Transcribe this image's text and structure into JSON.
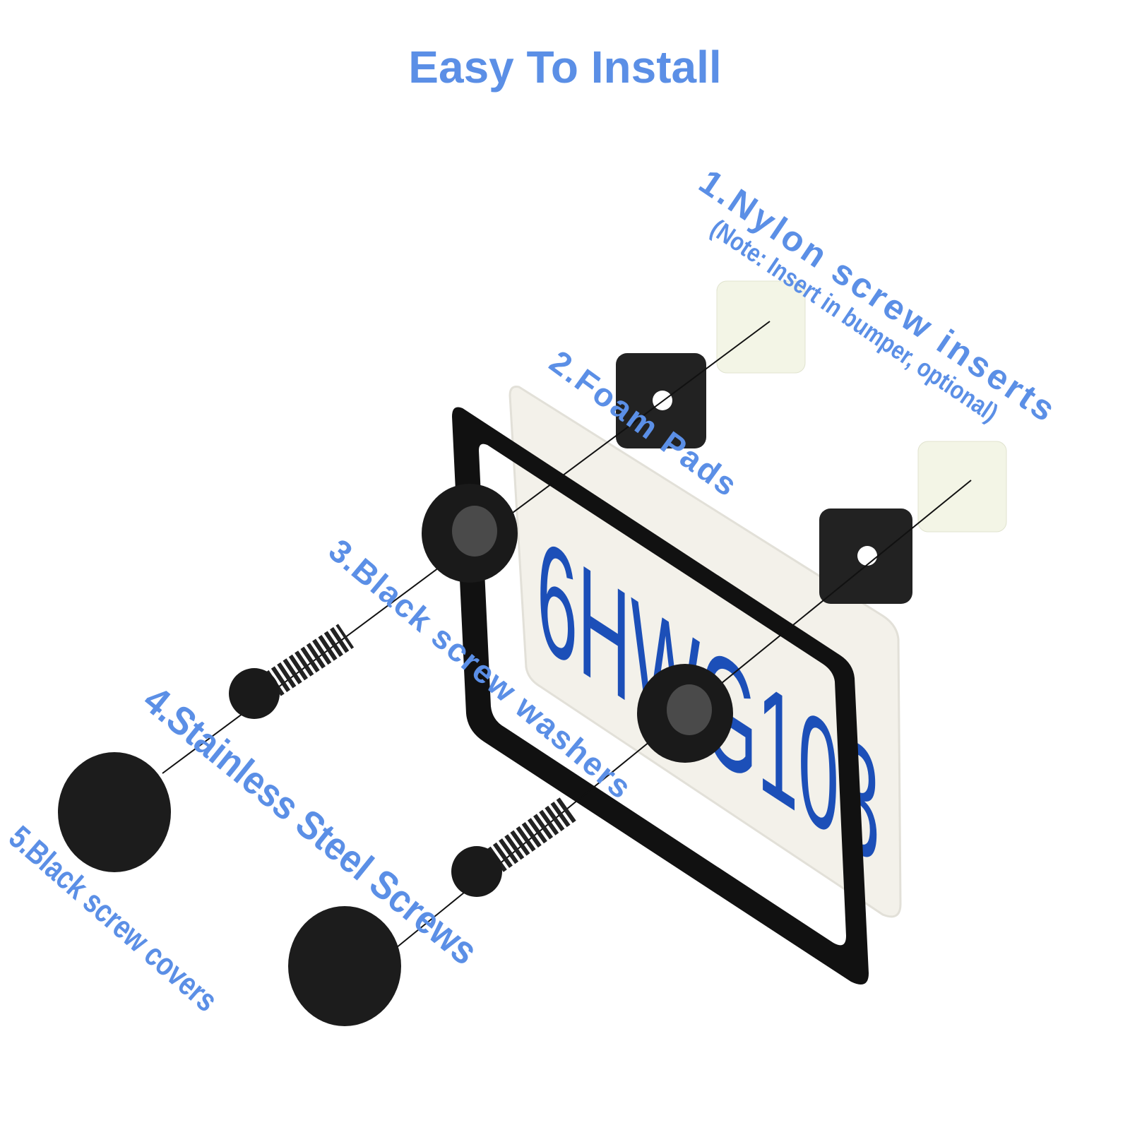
{
  "title": "Easy To Install",
  "plate_number": "6HWG103",
  "labels": {
    "nylon": "1.Nylon screw inserts",
    "nylon_note": "(Note: Insert in bumper, optional)",
    "foam": "2.Foam Pads",
    "washers": "3.Black screw washers",
    "screws": "4.Stainless Steel Screws",
    "covers": "5.Black screw covers"
  },
  "colors": {
    "label": "#5b8fe6",
    "plate_text": "#1c4fb8",
    "frame": "#111111"
  }
}
